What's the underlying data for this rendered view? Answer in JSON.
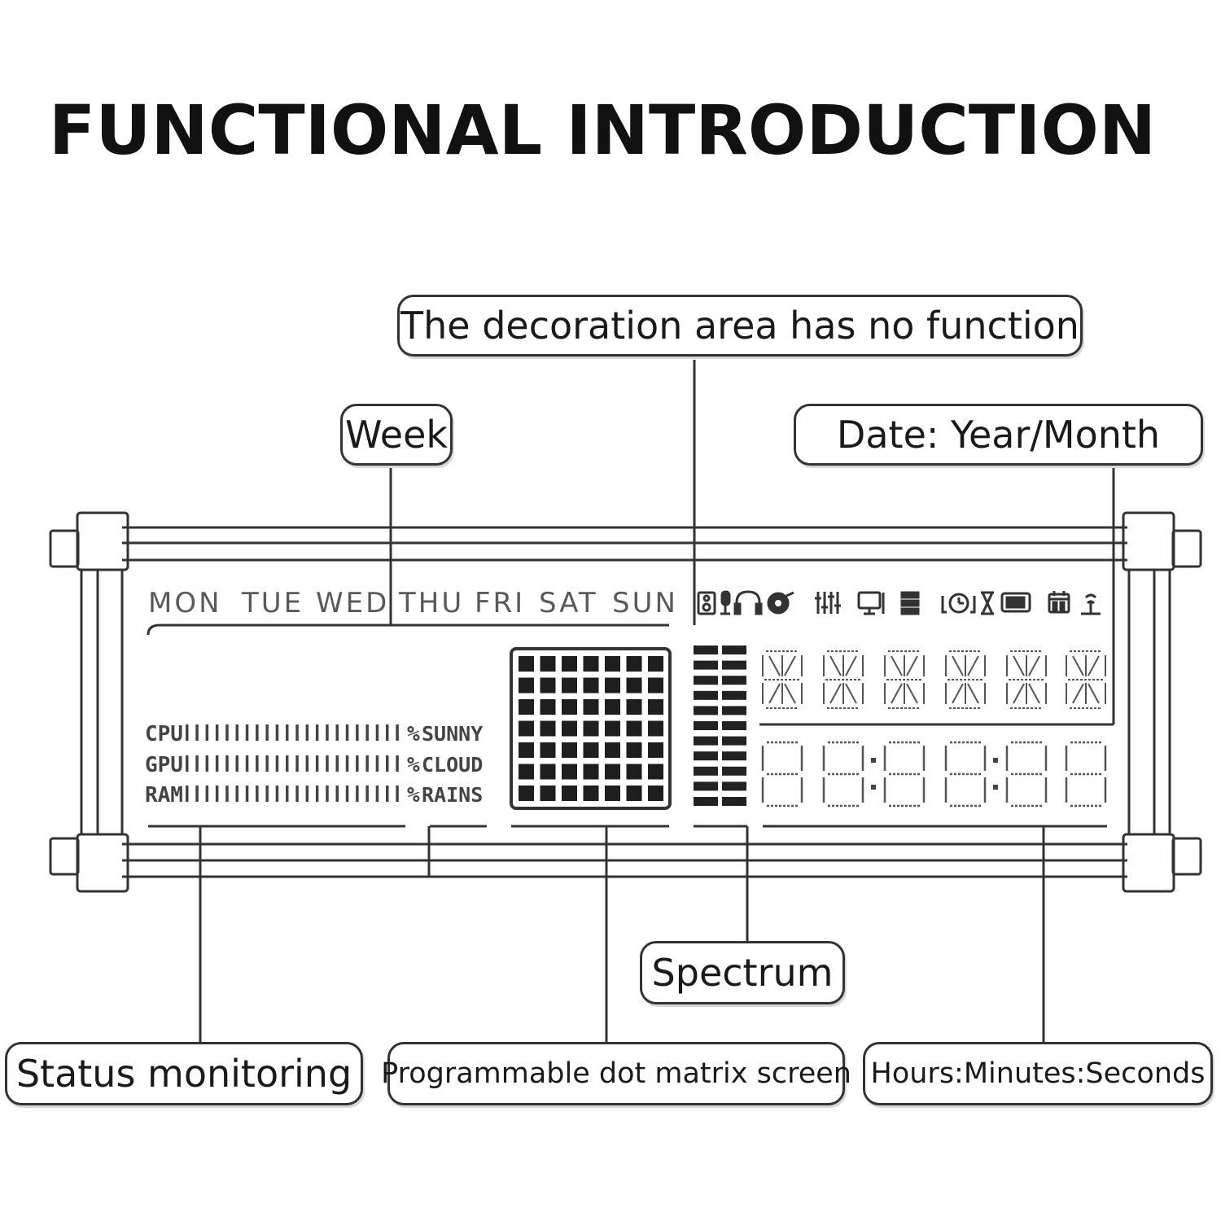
{
  "title": "FUNCTIONAL INTRODUCTION",
  "callouts": {
    "decoration": "The decoration area has no function",
    "week": "Week",
    "date": "Date: Year/Month",
    "spectrum": "Spectrum",
    "status": "Status monitoring",
    "dot_matrix": "Programmable dot matrix screen",
    "time": "Hours:Minutes:Seconds"
  },
  "weekdays": [
    "MON",
    "TUE",
    "WED",
    "THU",
    "FRI",
    "SAT",
    "SUN"
  ],
  "status_rows": [
    {
      "label": "CPU",
      "unit": "%",
      "weather": "SUNNY"
    },
    {
      "label": "GPU",
      "unit": "%",
      "weather": "CLOUD"
    },
    {
      "label": "RAM",
      "unit": "%",
      "weather": "RAINS"
    }
  ],
  "decoration_icons": [
    "speaker-icon",
    "microphone-icon",
    "headphones-icon",
    "vinyl-record-icon",
    "equalizer-icon",
    "monitor-icon",
    "server-icon",
    "clock-icon",
    "hourglass-icon",
    "battery-icon",
    "calendar-icon",
    "signal-icon"
  ],
  "dot_matrix": {
    "rows": 7,
    "cols": 7
  },
  "colors": {
    "line": "#333333",
    "lcd_text": "#5a5a5a",
    "dot": "#1e1e1e"
  }
}
